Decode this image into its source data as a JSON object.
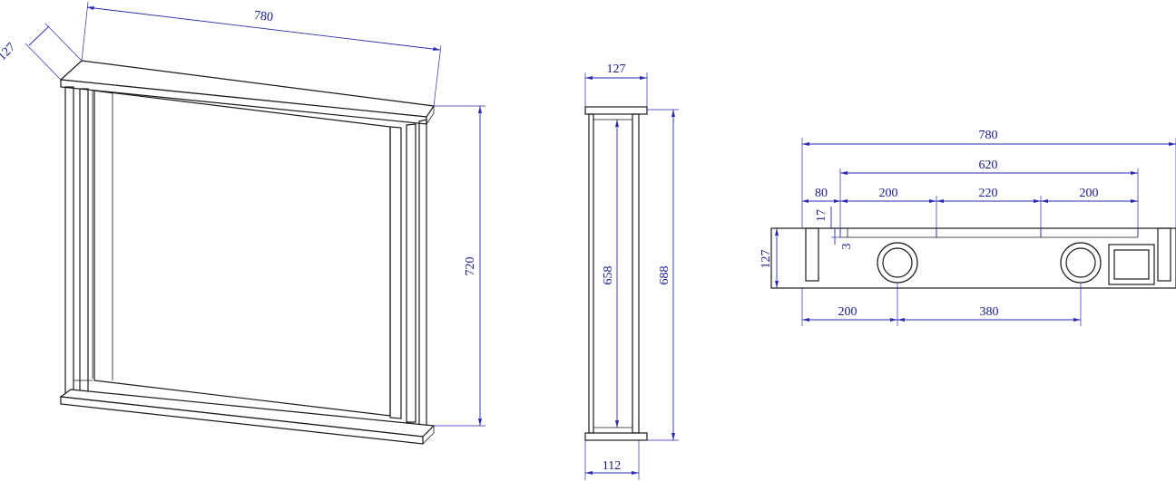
{
  "colors": {
    "dimension": "#2a2ab0",
    "dimension_text": "#1a1a8c",
    "outline": "#1a1a1a",
    "background": "#ffffff"
  },
  "iso_view": {
    "width_label": "780",
    "depth_label": "127",
    "height_label": "720"
  },
  "side_view": {
    "depth_top_label": "127",
    "inner_height_label": "658",
    "outer_height_label": "688",
    "depth_bottom_label": "112"
  },
  "bottom_view": {
    "overall_width_label": "780",
    "span_label": "620",
    "offset_label": "80",
    "seg_left_label": "200",
    "seg_mid_label": "220",
    "seg_right_label": "200",
    "lip_label": "17",
    "gap_label": "3",
    "depth_label": "127",
    "hole1_label": "200",
    "hole_spacing_label": "380"
  }
}
